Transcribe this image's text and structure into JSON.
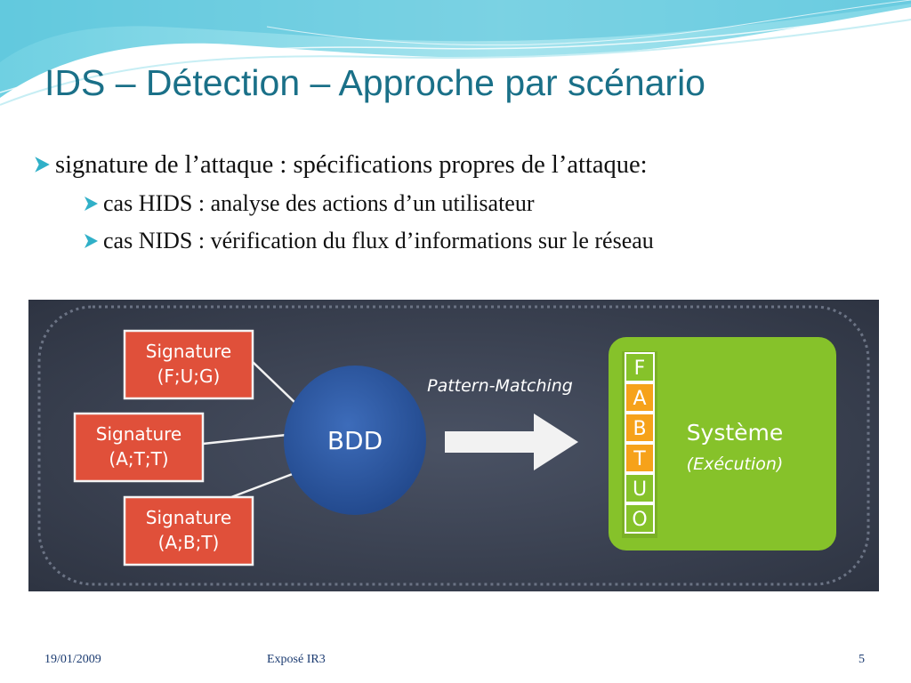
{
  "slide": {
    "title": "IDS – Détection – Approche par scénario",
    "bullets": {
      "main": "signature de l’attaque : spécifications propres de l’attaque:",
      "sub1": "cas HIDS : analyse des actions d’un utilisateur",
      "sub2": "cas NIDS : vérification du flux d’informations sur le réseau"
    },
    "diagram": {
      "signatures": [
        {
          "line1": "Signature",
          "line2": "(F;U;G)"
        },
        {
          "line1": "Signature",
          "line2": "(A;T;T)"
        },
        {
          "line1": "Signature",
          "line2": "(A;B;T)"
        }
      ],
      "database_label": "BDD",
      "arrow_label": "Pattern-Matching",
      "system_title": "Système",
      "system_subtitle": "(Exécution)",
      "letters": [
        "F",
        "A",
        "B",
        "T",
        "U",
        "O"
      ],
      "highlighted_letters": [
        1,
        2,
        3
      ]
    },
    "footer": {
      "date": "19/01/2009",
      "center": "Exposé IR3",
      "page_number": "5"
    }
  },
  "colors": {
    "title": "#1a7088",
    "bullet_mark": "#30b0c8",
    "signature_box": "#e0503a",
    "database": "#2f5aa5",
    "system": "#86c22a",
    "highlight_letter": "#f6a21a",
    "diagram_background": "#3e4656"
  }
}
